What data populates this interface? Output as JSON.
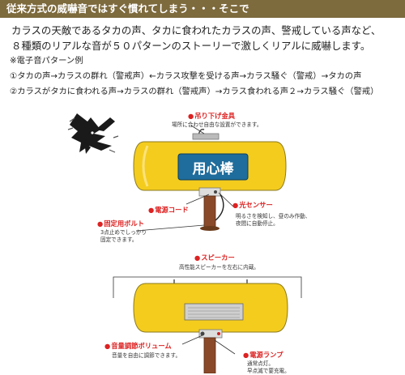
{
  "header": {
    "title": "従来方式の威嚇音ではすぐ慣れてしまう・・・そこで"
  },
  "intro": {
    "line1": "カラスの天敵であるタカの声、タカに食われたカラスの声、警戒している声など、",
    "line2": "８種類のリアルな音が５０パターンのストーリーで激しくリアルに威嚇します。"
  },
  "notes": {
    "heading": "※電子音パターン例",
    "pattern1": "①タカの声→カラスの群れ（警戒声）←カラス攻撃を受ける声→カラス騒ぐ（警戒）→タカの声",
    "pattern2": "②カラスがタカに食われる声→カラスの群れ（警戒声）→カラス食われる声２→カラス騒ぐ（警戒）"
  },
  "product": {
    "label_text": "用心棒"
  },
  "labels": {
    "hanging": {
      "title": "吊り下げ金具",
      "desc": "場所に合わせ自由な設置ができます。"
    },
    "power_cord": {
      "title": "電源コード"
    },
    "light_sensor": {
      "title": "光センサー",
      "desc_lines": [
        "明るさを検知し、昼のみ作動、",
        "夜間に自動停止。"
      ]
    },
    "fixing_bolt": {
      "title": "固定用ボルト",
      "desc_lines": [
        "3点止めでしっかり",
        "固定できます。"
      ]
    },
    "speaker": {
      "title": "スピーカー",
      "desc": "高性能スピーカーを左右に内蔵。"
    },
    "volume": {
      "title": "音量調節ボリューム",
      "desc": "音量を自由に調節できます。"
    },
    "power_lamp": {
      "title": "電源ランプ",
      "desc_lines": [
        "通常点灯。",
        "早点滅で要充電。"
      ]
    }
  },
  "colors": {
    "header_bg": "#7d6a3d",
    "device_yellow": "#f4cc1e",
    "accent_red": "#d22222",
    "pole_brown": "#8a4a2a"
  },
  "icons": {
    "crow": "crow-illustration",
    "arrow": "arrow-icon"
  }
}
